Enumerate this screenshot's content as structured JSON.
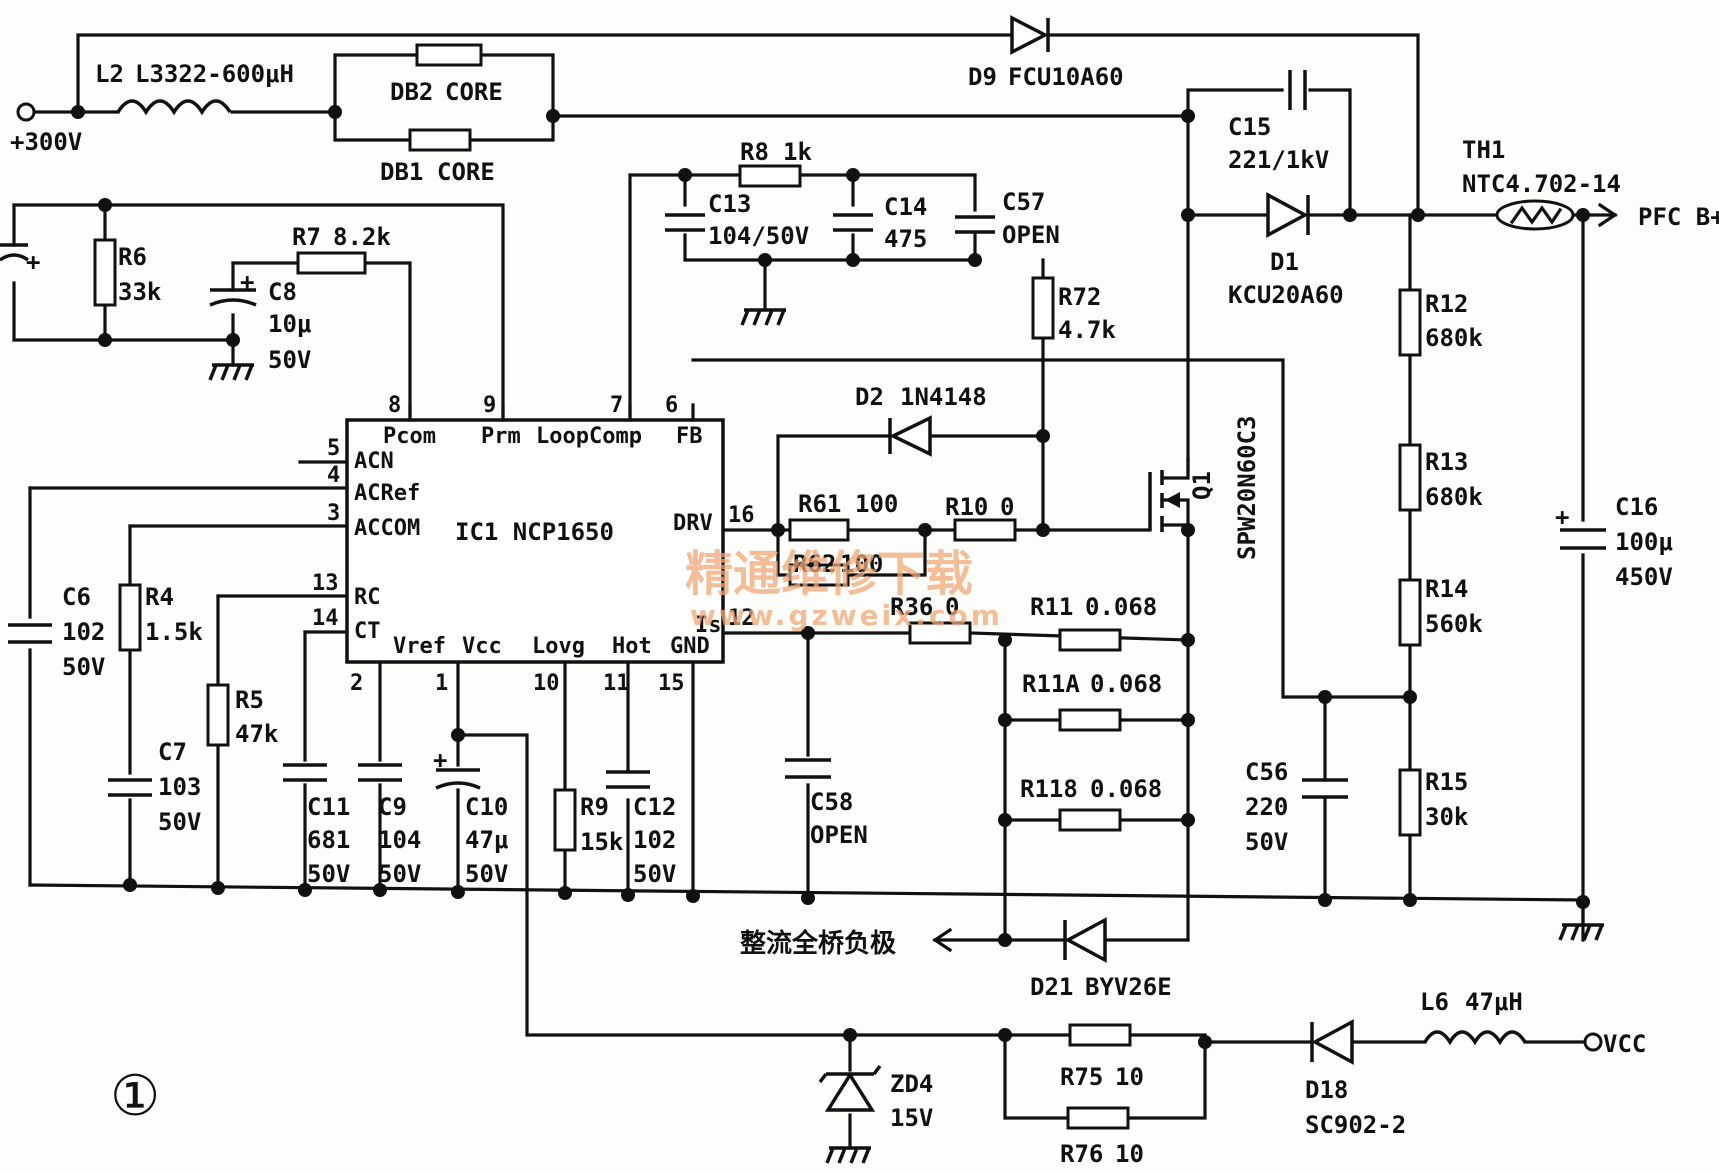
{
  "nodes": {
    "v300": "+300V",
    "pfc_b": "PFC B+",
    "vcc": "VCC",
    "bridge_neg": "整流全桥负极"
  },
  "figure_number": "①",
  "ic": {
    "name": "IC1 NCP1650",
    "pins": [
      {
        "num": "8",
        "name": "Pcom"
      },
      {
        "num": "9",
        "name": "Prm"
      },
      {
        "num": "7",
        "name": "LoopComp"
      },
      {
        "num": "6",
        "name": "FB"
      },
      {
        "num": "5",
        "name": "ACN"
      },
      {
        "num": "4",
        "name": "ACRef"
      },
      {
        "num": "3",
        "name": "ACCOM"
      },
      {
        "num": "13",
        "name": "RC"
      },
      {
        "num": "14",
        "name": "CT"
      },
      {
        "num": "16",
        "name": "DRV"
      },
      {
        "num": "12",
        "name": "Is"
      },
      {
        "num": "2",
        "name": "Vref"
      },
      {
        "num": "1",
        "name": "Vcc"
      },
      {
        "num": "10",
        "name": "Lovg"
      },
      {
        "num": "11",
        "name": "Hot"
      },
      {
        "num": "15",
        "name": "GND"
      }
    ]
  },
  "components": {
    "L2": {
      "ref": "L2",
      "value": "L3322-600μH"
    },
    "DB2": {
      "ref": "DB2",
      "value": "CORE"
    },
    "DB1": {
      "ref": "DB1",
      "value": "CORE"
    },
    "D9": {
      "ref": "D9",
      "value": "FCU10A60"
    },
    "C15": {
      "ref": "C15",
      "value": "221/1kV"
    },
    "D1": {
      "ref": "D1",
      "value": "KCU20A60"
    },
    "TH1": {
      "ref": "TH1",
      "value": "NTC4.702-14"
    },
    "R8": {
      "ref": "R8",
      "value": "1k"
    },
    "C13": {
      "ref": "C13",
      "value": "104/50V"
    },
    "C14": {
      "ref": "C14",
      "value": "475"
    },
    "C57": {
      "ref": "C57",
      "value": "OPEN"
    },
    "R72": {
      "ref": "R72",
      "value": "4.7k"
    },
    "R6": {
      "ref": "R6",
      "value": "33k"
    },
    "R7": {
      "ref": "R7",
      "value": "8.2k"
    },
    "C8": {
      "ref": "C8",
      "value": "10μ",
      "voltage": "50V"
    },
    "R12": {
      "ref": "R12",
      "value": "680k"
    },
    "R13": {
      "ref": "R13",
      "value": "680k"
    },
    "R14": {
      "ref": "R14",
      "value": "560k"
    },
    "R15": {
      "ref": "R15",
      "value": "30k"
    },
    "C16": {
      "ref": "C16",
      "value": "100μ",
      "voltage": "450V"
    },
    "D2": {
      "ref": "D2",
      "value": "1N4148"
    },
    "R61": {
      "ref": "R61",
      "value": "100"
    },
    "R62": {
      "ref": "R62",
      "value": "100"
    },
    "R10": {
      "ref": "R10",
      "value": "0"
    },
    "Q1": {
      "ref": "Q1",
      "value": "SPW20N60C3"
    },
    "R36": {
      "ref": "R36",
      "value": "0"
    },
    "R11": {
      "ref": "R11",
      "value": "0.068"
    },
    "R11A": {
      "ref": "R11A",
      "value": "0.068"
    },
    "R118": {
      "ref": "R118",
      "value": "0.068"
    },
    "C6": {
      "ref": "C6",
      "value": "102",
      "voltage": "50V"
    },
    "R4": {
      "ref": "R4",
      "value": "1.5k"
    },
    "C7": {
      "ref": "C7",
      "value": "103",
      "voltage": "50V"
    },
    "R5": {
      "ref": "R5",
      "value": "47k"
    },
    "C11": {
      "ref": "C11",
      "value": "681",
      "voltage": "50V"
    },
    "C9": {
      "ref": "C9",
      "value": "104",
      "voltage": "50V"
    },
    "C10": {
      "ref": "C10",
      "value": "47μ",
      "voltage": "50V"
    },
    "R9": {
      "ref": "R9",
      "value": "15k"
    },
    "C12": {
      "ref": "C12",
      "value": "102",
      "voltage": "50V"
    },
    "C58": {
      "ref": "C58",
      "value": "OPEN"
    },
    "C56": {
      "ref": "C56",
      "value": "220",
      "voltage": "50V"
    },
    "D21": {
      "ref": "D21",
      "value": "BYV26E"
    },
    "ZD4": {
      "ref": "ZD4",
      "value": "15V"
    },
    "R75": {
      "ref": "R75",
      "value": "10"
    },
    "R76": {
      "ref": "R76",
      "value": "10"
    },
    "D18": {
      "ref": "D18",
      "value": "SC902-2"
    },
    "L6": {
      "ref": "L6",
      "value": "47μH"
    }
  },
  "watermark": {
    "cn": "精通维修下载",
    "url": "www.gzweix.com"
  },
  "colors": {
    "ink": "#111111",
    "paper": "#fdfdfb",
    "watermark": "#f0a878"
  }
}
